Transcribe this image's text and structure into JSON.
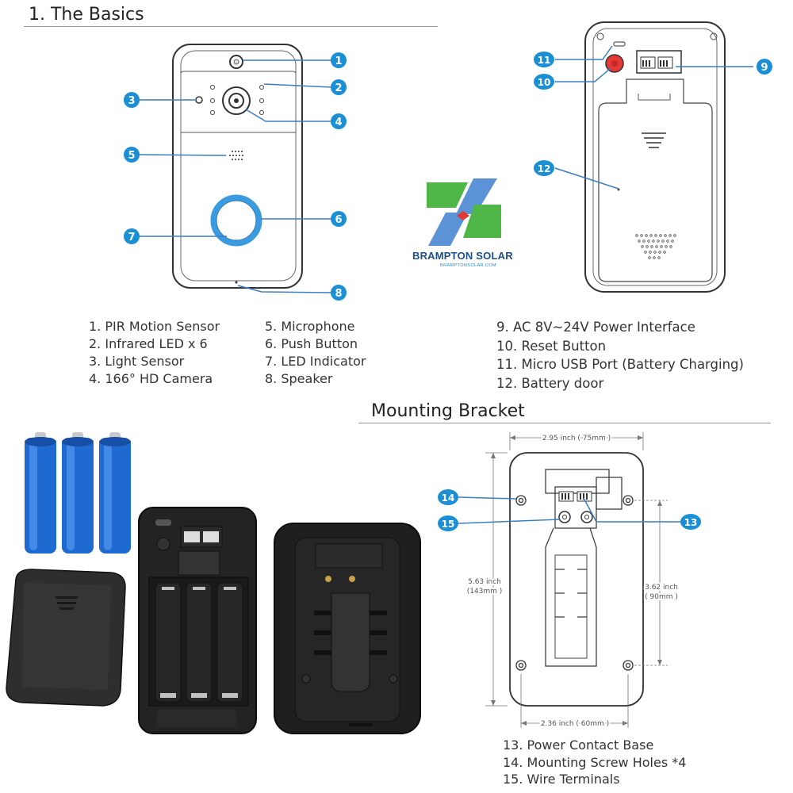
{
  "sections": {
    "basics_title": "1. The Basics",
    "bracket_title": "Mounting Bracket"
  },
  "callout_numbers": [
    "1",
    "2",
    "3",
    "4",
    "5",
    "6",
    "7",
    "8",
    "9",
    "10",
    "11",
    "12",
    "13",
    "14",
    "15"
  ],
  "legend_front": {
    "col1": [
      "1. PIR Motion Sensor",
      "2. Infrared LED x 6",
      "3. Light Sensor",
      "4. 166° HD Camera"
    ],
    "col2": [
      "5. Microphone",
      "6. Push Button",
      "7. LED Indicator",
      "8. Speaker"
    ]
  },
  "legend_back": [
    "9. AC 8V~24V Power Interface",
    "10. Reset Button",
    "11. Micro USB Port (Battery Charging)",
    "12. Battery door"
  ],
  "legend_bracket": [
    "13. Power Contact Base",
    "14. Mounting Screw Holes *4",
    "15. Wire Terminals"
  ],
  "dimensions": {
    "top_width": "2.95 inch ( 75mm )",
    "bottom_width": "2.36 inch ( 60mm )",
    "height_inch": "5.63 inch",
    "height_mm": "(143mm )",
    "hole_spacing_inch": "3.62 inch",
    "hole_spacing_mm": "( 90mm )"
  },
  "logo": {
    "name": "BRAMPTON SOLAR",
    "url_text": "BRAMPTONSOLAR.COM"
  },
  "colors": {
    "callout": "#1a8fd6",
    "leader": "#3a7dc4",
    "ring": "#3b9be0",
    "battery": "#1f6ad1",
    "logo_green": "#4fb648",
    "logo_blue": "#5b93d6"
  }
}
